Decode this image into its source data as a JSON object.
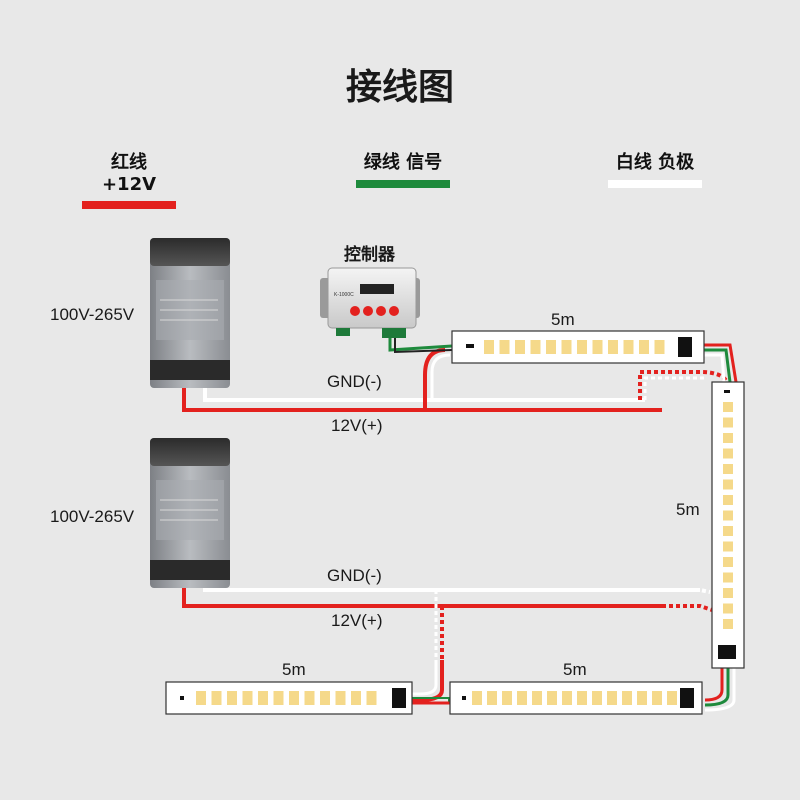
{
  "title": "接线图",
  "legend": [
    {
      "text": "红线 +12V",
      "color": "#e3211e"
    },
    {
      "text": "绿线 信号",
      "color": "#1e8a3c"
    },
    {
      "text": "白线 负极",
      "color": "#ffffff"
    }
  ],
  "controller": {
    "label": "控制器",
    "model": "K-1000C"
  },
  "power_supplies": [
    {
      "input_voltage": "100V-265V"
    },
    {
      "input_voltage": "100V-265V"
    }
  ],
  "wires": {
    "gnd_label_1": "GND(-)",
    "vcc_label_1": "12V(+)",
    "gnd_label_2": "GND(-)",
    "vcc_label_2": "12V(+)"
  },
  "strips": [
    {
      "length": "5m"
    },
    {
      "length": "5m"
    },
    {
      "length": "5m"
    },
    {
      "length": "5m"
    }
  ],
  "colors": {
    "red": "#e3211e",
    "green": "#1e8a3c",
    "white": "#ffffff",
    "led": "#f5d98a",
    "background": "#e8e8e8"
  }
}
